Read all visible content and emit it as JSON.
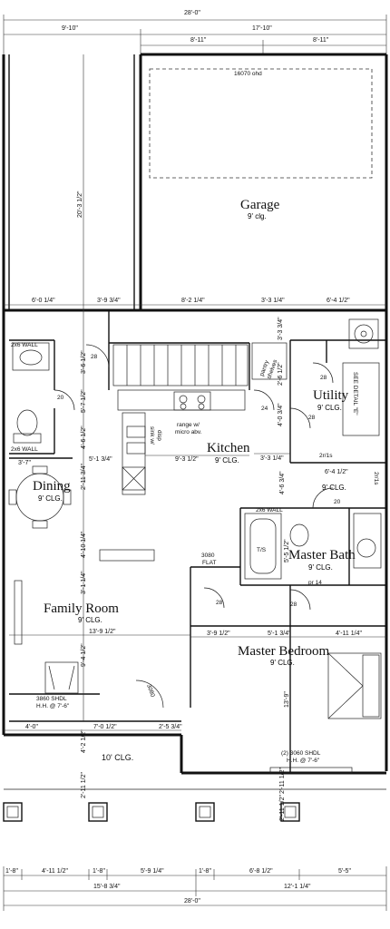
{
  "rooms": {
    "garage": {
      "name": "Garage",
      "ceiling": "9' clg."
    },
    "kitchen": {
      "name": "Kitchen",
      "ceiling": "9' CLG."
    },
    "utility": {
      "name": "Utility",
      "ceiling": "9' CLG."
    },
    "dining": {
      "name": "Dining",
      "ceiling": "9' CLG."
    },
    "master_bath": {
      "name": "Master Bath",
      "ceiling": "9' CLG."
    },
    "family_room": {
      "name": "Family Room",
      "ceiling": "9' CLG."
    },
    "master_bedroom": {
      "name": "Master Bedroom",
      "ceiling": "9' CLG."
    },
    "porch": {
      "ceiling": "10' CLG."
    }
  },
  "notes": {
    "garage_door": "16070 ohd",
    "range": "range w/",
    "micro": "micro abv.",
    "sink": "sink w/",
    "disp": "disp",
    "pantry": "pantry",
    "shelves": "shelves",
    "ts": "T/S",
    "wall_2x6_a": "2x6 WALL",
    "wall_2x6_b": "2x6 WALL",
    "wall_2x6_c": "2x6 WALL",
    "flat": "3080",
    "flat2": "FLAT",
    "pr14": "pr 14",
    "shelf1": "2r/1s",
    "shelf2": "2r/1s",
    "window_fam_a": "3860 SHDL",
    "window_fam_b": "H.H. @ 7'-6\"",
    "window_bed_a": "(2) 3060 SHDL",
    "window_bed_b": "H.H. @ 7'-6\"",
    "door_3080": "3080",
    "door_28_a": "28",
    "door_28_b": "28",
    "door_28_c": "28",
    "door_28_d": "28",
    "door_28_e": "28",
    "door_20_a": "20",
    "door_20_b": "20",
    "door_24": "24",
    "see_detail": "SEE DETAIL \"E\""
  },
  "dims": {
    "overall_top": "28'-0\"",
    "overall_bottom": "28'-0\"",
    "top_left": "9'-10\"",
    "top_right": "17'-10\"",
    "garage_l": "8'-11\"",
    "garage_r": "8'-11\"",
    "garage_depth": "20'-3 1/2\"",
    "mid_1": "6'-0 1/4\"",
    "mid_2": "3'-9 3/4\"",
    "mid_3": "8'-2 1/4\"",
    "mid_4": "3'-3 1/4\"",
    "mid_5": "6'-4 1/2\"",
    "v_3_3_4": "3'-3 3/4\"",
    "v_3_6": "3'-6 1/2\"",
    "v_5_7": "5'-7 1/2\"",
    "v_4_6": "4'-6 1/2\"",
    "v_2_6": "2'-6 1/2\"",
    "v_4_0": "4'-0 3/4\"",
    "v_2_11": "2'-11 3/4\"",
    "kitchen_w": "9'-3 1/2\"",
    "kitchen_r": "3'-3 1/4\"",
    "k_left": "5'-1 3/4\"",
    "dining_w": "3'-7\"",
    "v_4_10": "4'-10 1/4\"",
    "v_3_1": "3'-1 1/4\"",
    "util_w": "6'-4 1/2\"",
    "v_4_6b": "4'-6 3/4\"",
    "v_5_5": "5'-5 1/2\"",
    "fam_w": "13'-9 1/2\"",
    "v_9_4": "9'-4 1/2\"",
    "v_13_9": "13'-9\"",
    "bed_1": "3'-9 1/2\"",
    "bed_2": "5'-1 3/4\"",
    "bed_3": "4'-11 1/4\"",
    "porch_1": "4'-0\"",
    "porch_2": "7'-0 1/2\"",
    "porch_3": "2'-5 3/4\"",
    "v_4_2": "4'-2 1/2\"",
    "v_2_11b": "2'-11 1/2\"",
    "v_2_11c": "2'-11 1/2\"",
    "v_2_11d": "2'-11 1/2\"",
    "bot_1": "1'-8\"",
    "bot_2": "4'-11 1/2\"",
    "bot_3": "1'-8\"",
    "bot_4": "5'-9 1/4\"",
    "bot_5": "1'-8\"",
    "bot_6": "6'-8 1/2\"",
    "bot_7": "5'-5\"",
    "bot_left": "15'-8 3/4\"",
    "bot_right": "12'-1 1/4\""
  }
}
